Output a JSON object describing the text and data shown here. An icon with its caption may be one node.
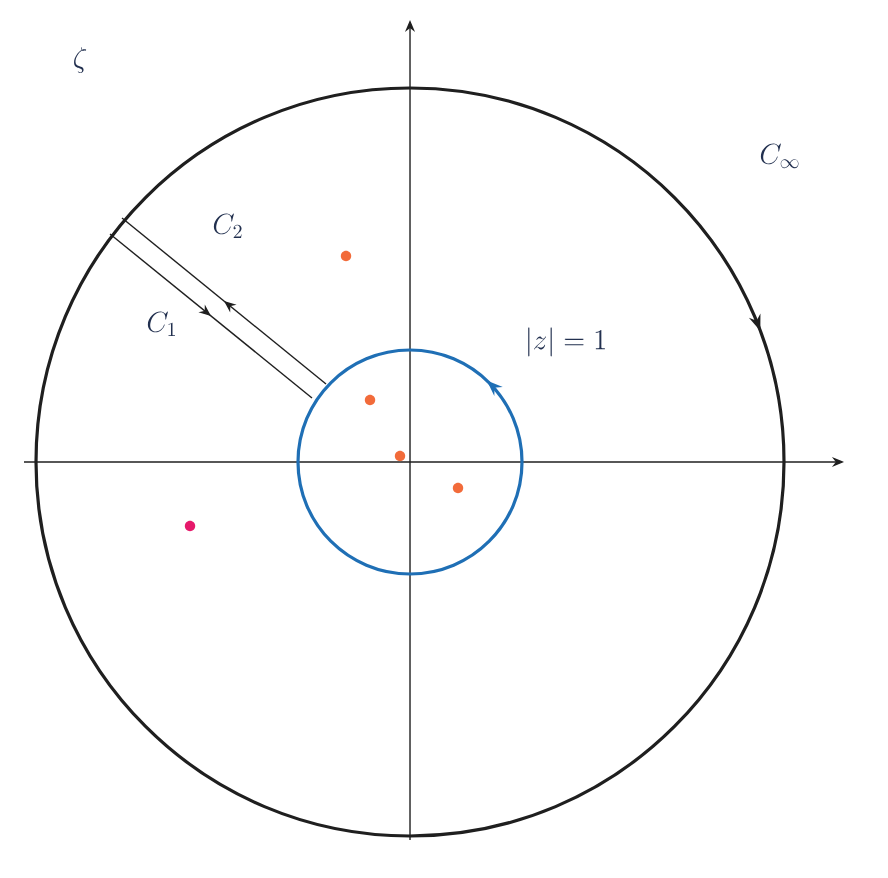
{
  "diagram": {
    "labels": [
      "\\zeta",
      "C_\\infty",
      "C_2",
      "C_1",
      "|z|=1"
    ]
  }
}
